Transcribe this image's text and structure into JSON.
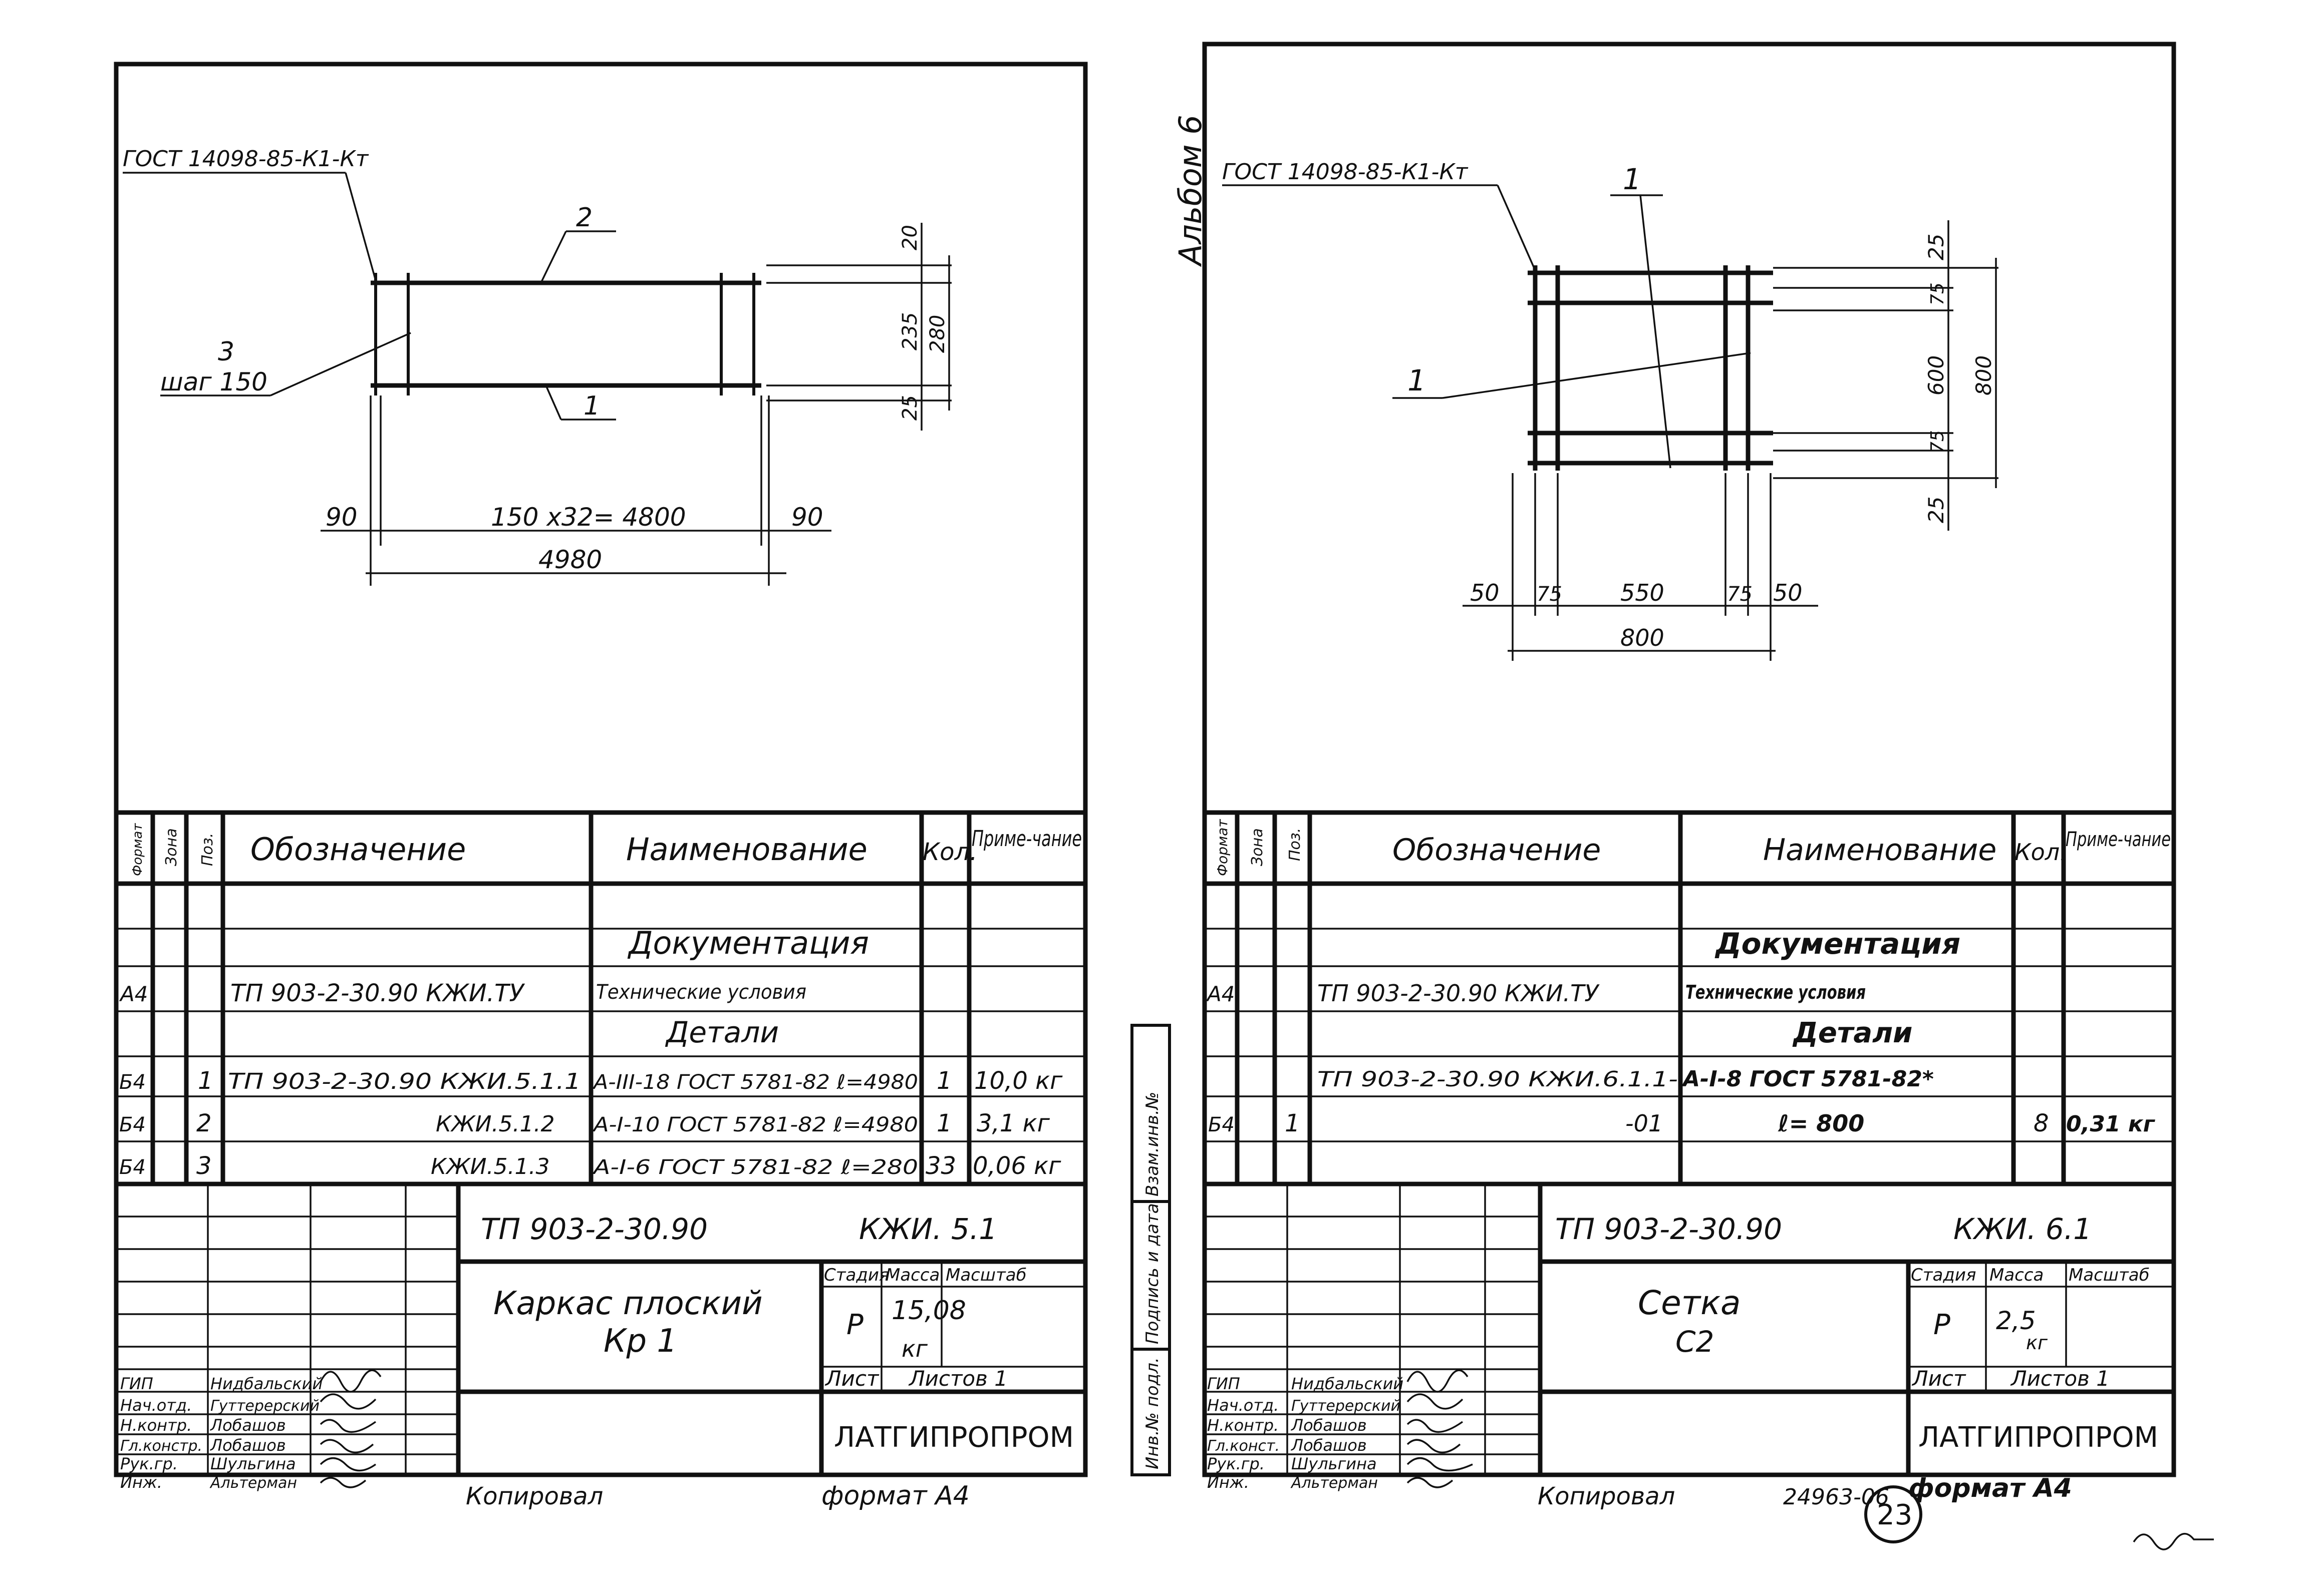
{
  "left_sheet": {
    "weld_note": "ГОСТ 14098-85-К1-Кт",
    "pos_labels": {
      "top_bar": "2",
      "bottom_bar": "1",
      "link": "3",
      "link_step": "шаг 150"
    },
    "dims": {
      "top_offset": "20",
      "middle": "235",
      "bottom_offset": "25",
      "total_height": "280",
      "end_left": "90",
      "span": "150 х32= 4800",
      "end_right": "90",
      "total_length": "4980"
    },
    "spec": {
      "headers": {
        "format": "Формат",
        "zone": "Зона",
        "pos": "Поз.",
        "designation": "Обозначение",
        "name": "Наименование",
        "qty": "Кол.",
        "note": "Приме-чание"
      },
      "section_docs": "Документация",
      "docs_row": {
        "format": "А4",
        "designation": "ТП 903-2-30.90  КЖИ.ТУ",
        "name": "Технические условия"
      },
      "section_parts": "Детали",
      "rows": [
        {
          "format": "Б4",
          "pos": "1",
          "designation": "ТП 903-2-30.90 КЖИ.5.1.1",
          "name": "А-III-18 ГОСТ 5781-82 ℓ=4980",
          "qty": "1",
          "note": "10,0 кг"
        },
        {
          "format": "Б4",
          "pos": "2",
          "designation": "КЖИ.5.1.2",
          "name": "А-I-10 ГОСТ 5781-82 ℓ=4980",
          "qty": "1",
          "note": "3,1 кг"
        },
        {
          "format": "Б4",
          "pos": "3",
          "designation": "КЖИ.5.1.3",
          "name": "А-I-6 ГОСТ 5781-82 ℓ=280",
          "qty": "33",
          "note": "0,06 кг"
        }
      ]
    },
    "title_block": {
      "project": "ТП 903-2-30.90",
      "code": "КЖИ. 5.1",
      "title_line1": "Каркас плоский",
      "title_line2": "Кр 1",
      "stage_header": "Стадия",
      "mass_header": "Масса",
      "scale_header": "Масштаб",
      "stage": "Р",
      "mass": "15,08",
      "mass_unit": "кг",
      "sheet_label": "Лист",
      "sheets_label": "Листов 1",
      "org": "ЛАТГИПРОПРОМ",
      "roles": [
        "ГИП",
        "Нач.отд.",
        "Н.контр.",
        "Гл.констр.",
        "Рук.гр.",
        "Инж."
      ],
      "names": [
        "Нидбальский",
        "Гуттерерский",
        "Лобашов",
        "Лобашов",
        "Шульгина",
        "Альтерман"
      ]
    },
    "footer": {
      "copied": "Копировал",
      "format": "формат А4"
    }
  },
  "right_sheet": {
    "album": "Альбом 6",
    "weld_note": "ГОСТ 14098-85-К1-Кт",
    "pos_labels": {
      "top": "1",
      "left": "1"
    },
    "dims": {
      "v_top": "25",
      "v_a": "75",
      "v_mid": "600",
      "v_b": "75",
      "v_bottom": "25",
      "v_total": "800",
      "h_a": "50",
      "h_b": "75",
      "h_mid": "550",
      "h_c": "75",
      "h_d": "50",
      "h_total": "800"
    },
    "side_stamp": [
      "Инв.№ подл.",
      "Подпись и дата",
      "Взам.инв.№"
    ],
    "spec": {
      "headers": {
        "format": "Формат",
        "zone": "Зона",
        "pos": "Поз.",
        "designation": "Обозначение",
        "name": "Наименование",
        "qty": "Кол.",
        "note": "Приме-чание"
      },
      "section_docs": "Документация",
      "docs_row": {
        "format": "А4",
        "designation": "ТП 903-2-30.90  КЖИ.ТУ",
        "name": "Технические условия"
      },
      "section_parts": "Детали",
      "row_a": {
        "designation": "ТП 903-2-30.90  КЖИ.6.1.1-",
        "name": "А-I-8  ГОСТ 5781-82*"
      },
      "row_b": {
        "format": "Б4",
        "pos": "1",
        "designation": "-01",
        "name": "ℓ= 800",
        "qty": "8",
        "note": "0,31 кг"
      }
    },
    "title_block": {
      "project": "ТП 903-2-30.90",
      "code": "КЖИ. 6.1",
      "title_line1": "Сетка",
      "title_line2": "С2",
      "stage_header": "Стадия",
      "mass_header": "Масса",
      "scale_header": "Масштаб",
      "stage": "Р",
      "mass": "2,5",
      "mass_unit": "кг",
      "sheet_label": "Лист",
      "sheets_label": "Листов 1",
      "org": "ЛАТГИПРОПРОМ",
      "roles": [
        "ГИП",
        "Нач.отд.",
        "Н.контр.",
        "Гл.конст.",
        "Рук.гр.",
        "Инж."
      ],
      "names": [
        "Нидбальский",
        "Гуттерерский",
        "Лобашов",
        "Лобашов",
        "Шульгина",
        "Альтерман"
      ]
    },
    "footer": {
      "copied": "Копировал",
      "order": "24963-06",
      "page_number": "23",
      "format": "формат А4"
    }
  }
}
